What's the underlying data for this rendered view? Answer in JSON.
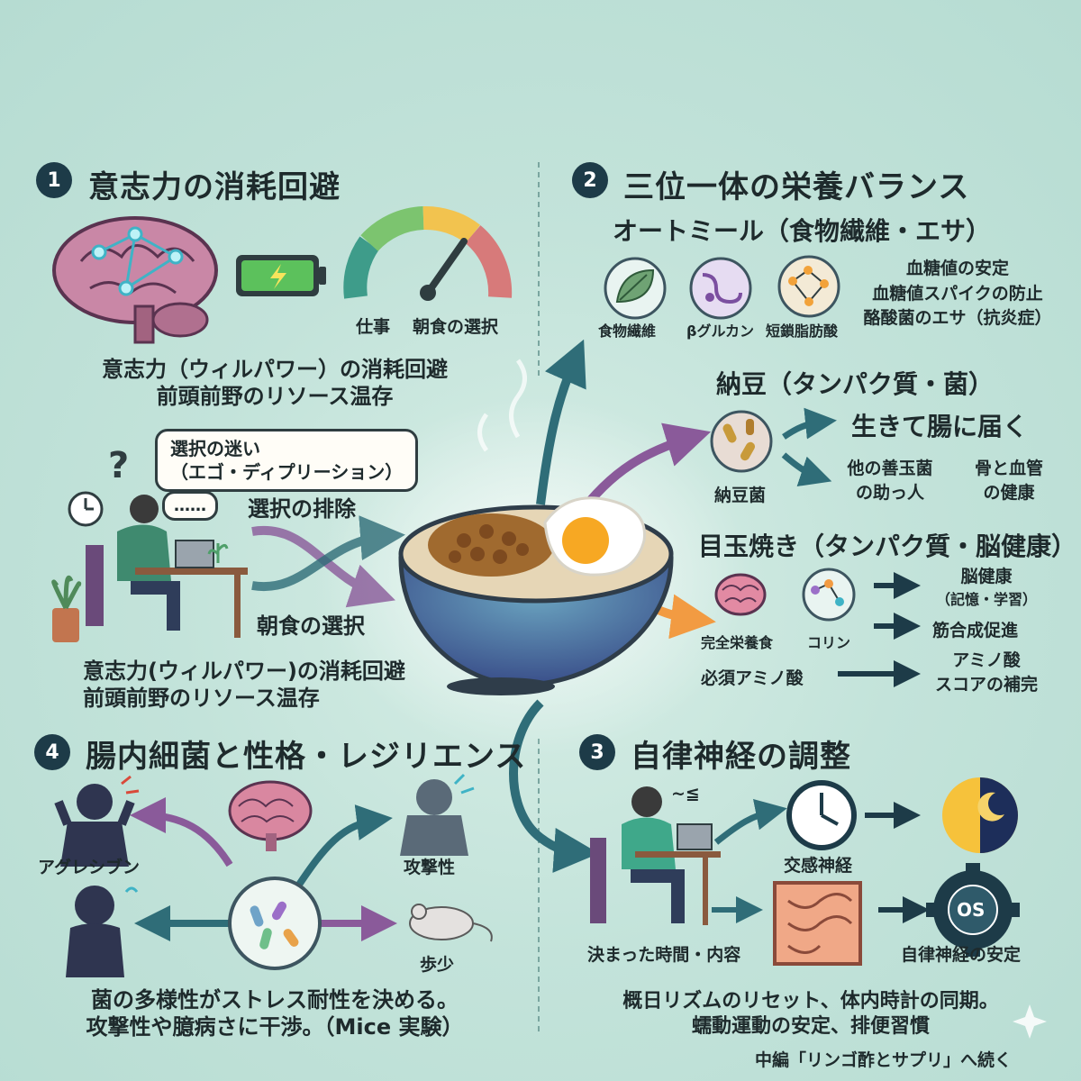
{
  "s1": {
    "num": "1",
    "title": "意志力の消耗回避",
    "gauge_labels": [
      "仕事",
      "朝食の選択"
    ],
    "desc1": [
      "意志力（ウィルパワー）の消耗回避",
      "前頭前野のリソース温存"
    ],
    "bubble": [
      "選択の迷い",
      "（エゴ・ディプリーション）"
    ],
    "ellipsis": "……",
    "flow_top": "選択の排除",
    "flow_bottom": "朝食の選択",
    "desc2": [
      "意志力(ウィルパワー)の消耗回避",
      "前頭前野のリソース温存"
    ]
  },
  "s2": {
    "num": "2",
    "title": "三位一体の栄養バランス",
    "oat": {
      "title": "オートミール（食物繊維・エサ）",
      "icons": [
        "食物繊維",
        "βグルカン",
        "短鎖脂肪酸"
      ],
      "benefits": [
        "血糖値の安定",
        "血糖値スパイクの防止",
        "酪酸菌のエサ（抗炎症）"
      ]
    },
    "natto": {
      "title": "納豆（タンパク質・菌）",
      "icon_label": "納豆菌",
      "benefit_main": "生きて腸に届く",
      "benefit_a": [
        "他の善玉菌",
        "の助っ人"
      ],
      "benefit_b": [
        "骨と血管",
        "の健康"
      ]
    },
    "egg": {
      "title": "目玉焼き（タンパク質・脳健康）",
      "icons": [
        "完全栄養食",
        "コリン"
      ],
      "benefit_1": [
        "脳健康",
        "（記憶・学習）"
      ],
      "benefit_2": "筋合成促進",
      "amino_label": "必須アミノ酸",
      "benefit_3": [
        "アミノ酸",
        "スコアの補完"
      ]
    }
  },
  "s3": {
    "num": "3",
    "title": "自律神経の調整",
    "zzz": "~≦",
    "sympathetic": "交感神経",
    "os": "OS",
    "time_label": "決まった時間・内容",
    "stable": "自律神経の安定",
    "desc": [
      "概日リズムのリセット、体内時計の同期。",
      "蠕動運動の安定、排便習慣"
    ],
    "footer": "中編「リンゴ酢とサプリ」へ続く"
  },
  "s4": {
    "num": "4",
    "title": "腸内細菌と性格・レジリエンス",
    "left_label": "アグレシブン",
    "right_top_label": "攻撃性",
    "right_bottom_label": "歩少",
    "desc": [
      "菌の多様性がストレス耐性を決める。",
      "攻撃性や臆病さに干渉。（Mice 実験）"
    ]
  },
  "colors": {
    "navy": "#1d3b48",
    "teal_arrow": "#2f6d78",
    "purple_arrow": "#8a5a9a",
    "orange_arrow": "#f29b42",
    "bg": "#c3e3da"
  }
}
